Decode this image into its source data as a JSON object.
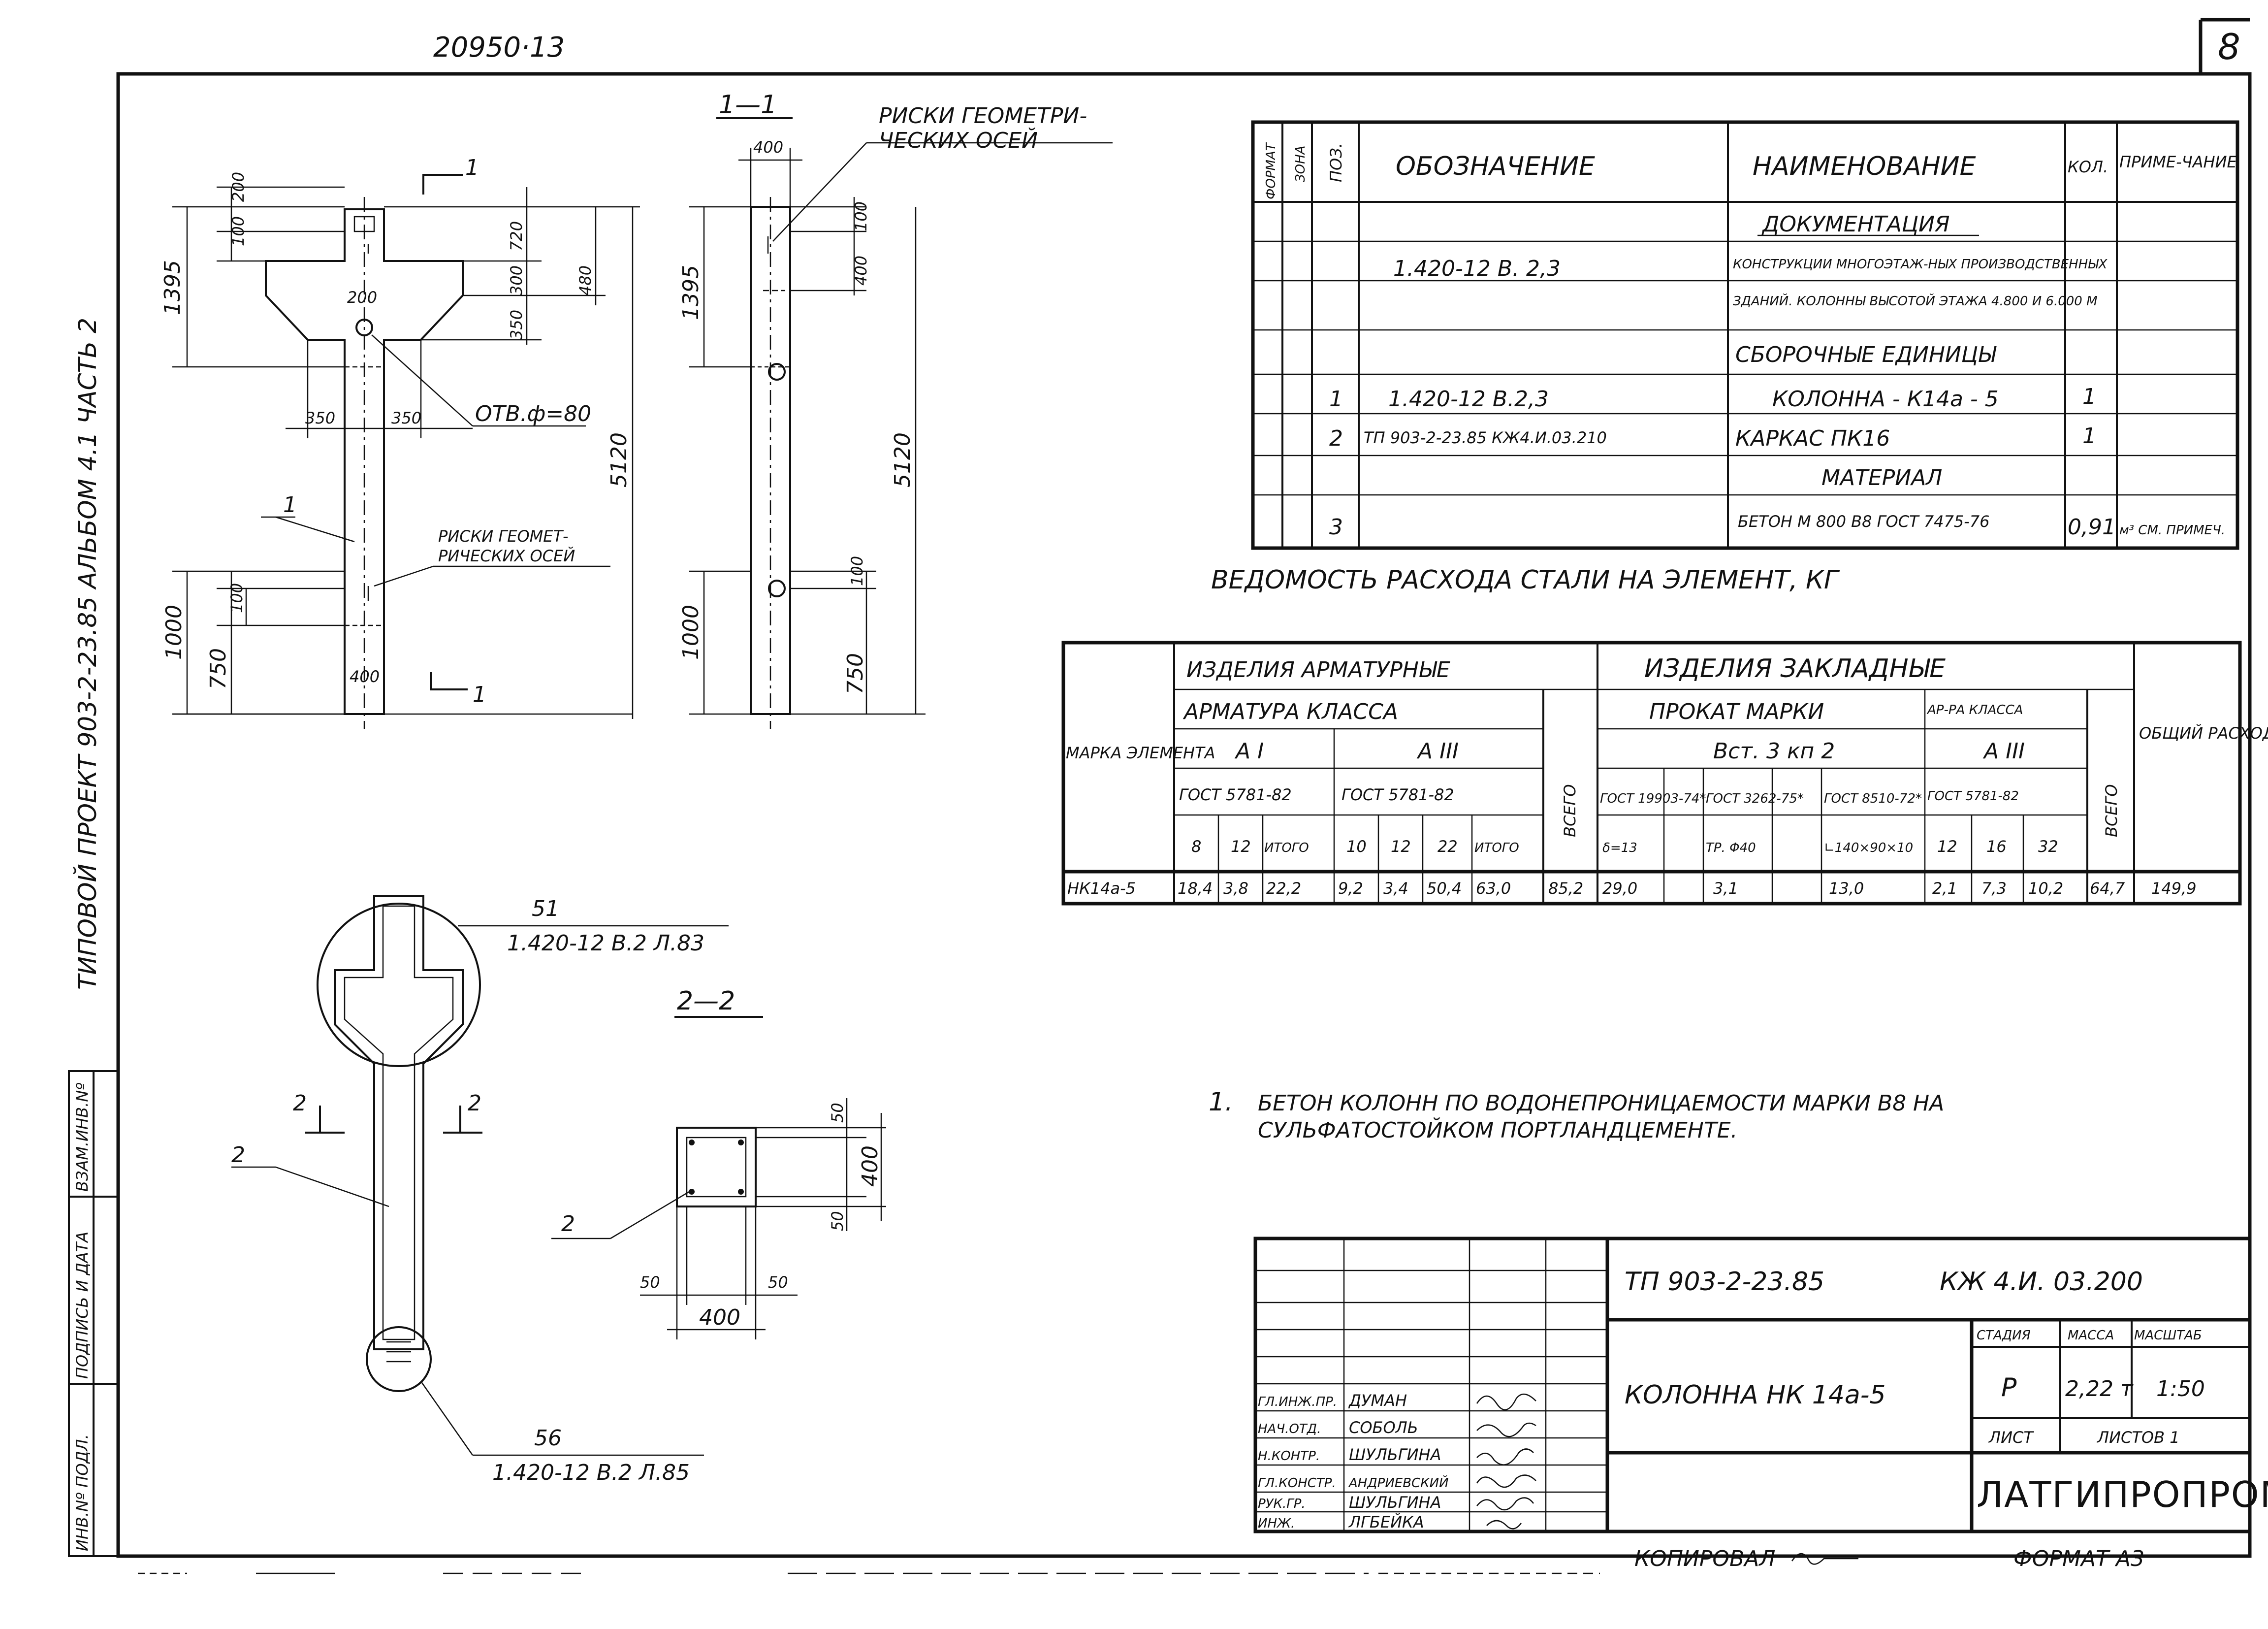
{
  "header": {
    "doc_number": "20950·13",
    "sheet_number": "8"
  },
  "side_labels": {
    "title_vertical": "ТИПОВОЙ ПРОЕКТ 903-2-23.85 АЛЬБОМ 4.1 ЧАСТЬ 2",
    "stamp_cells": [
      "ИНВ.Nº ПОДЛ.",
      "ПОДПИСЬ И ДАТА",
      "ВЗАМ.ИНВ.Nº"
    ]
  },
  "drawing_front": {
    "dims_left": [
      "1395",
      "1000",
      "750",
      "200",
      "100",
      "100"
    ],
    "dims_right": [
      "720",
      "300",
      "480",
      "350",
      "5120"
    ],
    "dims_top": [
      "200"
    ],
    "dims_bottom": [
      "350",
      "350",
      "400"
    ],
    "hole_label": "ОТВ.ф=80",
    "risks_top": "",
    "risks_bottom": [
      "РИСКИ ГЕОМЕТ-",
      "РИЧЕСКИХ ОСЕЙ"
    ],
    "section_mark": "1",
    "callout": "1"
  },
  "drawing_side": {
    "title": "1—1",
    "dims_top": [
      "400"
    ],
    "dims_left": [
      "1395",
      "1000"
    ],
    "dims_right": [
      "100",
      "400",
      "5120",
      "100",
      "750"
    ],
    "risks": [
      "РИСКИ ГЕОМЕТРИ-",
      "ЧЕСКИХ ОСЕЙ"
    ]
  },
  "drawing_bottom": {
    "node_top_ref": "51",
    "node_top_doc": "1.420-12 В.2 Л.83",
    "node_bottom_ref": "56",
    "node_bottom_doc": "1.420-12 В.2 Л.85",
    "section_mark": "2",
    "callout": "2"
  },
  "section_2_2": {
    "title": "2—2",
    "callout": "2",
    "dims_right": [
      "50",
      "400",
      "50"
    ],
    "dims_bottom": [
      "50",
      "50",
      "400"
    ]
  },
  "spec_table": {
    "headers": [
      "ФОРМАТ",
      "ЗОНА",
      "ПОЗ.",
      "ОБОЗНАЧЕНИЕ",
      "НАИМЕНОВАНИЕ",
      "КОЛ.",
      "ПРИМЕ-ЧАНИЕ"
    ],
    "rows": [
      {
        "pos": "",
        "designation": "",
        "name": "ДОКУМЕНТАЦИЯ",
        "qty": "",
        "note": ""
      },
      {
        "pos": "",
        "designation": "1.420-12   В. 2,3",
        "name": "КОНСТРУКЦИИ МНОГОЭТАЖ-НЫХ ПРОИЗВОДСТВЕННЫХ",
        "qty": "",
        "note": ""
      },
      {
        "pos": "",
        "designation": "",
        "name": "ЗДАНИЙ. КОЛОННЫ ВЫСОТОЙ ЭТАЖА 4.800 И 6.000 М",
        "qty": "",
        "note": ""
      },
      {
        "pos": "",
        "designation": "",
        "name": "СБОРОЧНЫЕ ЕДИНИЦЫ",
        "qty": "",
        "note": ""
      },
      {
        "pos": "1",
        "designation": "1.420-12      В.2,3",
        "name": "КОЛОННА - К14а - 5",
        "qty": "1",
        "note": ""
      },
      {
        "pos": "2",
        "designation": "ТП 903-2-23.85  КЖ4.И.03.210",
        "name": "КАРКАС          ПК16",
        "qty": "1",
        "note": ""
      },
      {
        "pos": "",
        "designation": "",
        "name": "МАТЕРИАЛ",
        "qty": "",
        "note": ""
      },
      {
        "pos": "3",
        "designation": "",
        "name": "БЕТОН  М 800 В8  ГОСТ  7475-76",
        "qty": "0,91",
        "note": "м³ СМ. ПРИМЕЧ."
      }
    ]
  },
  "steel_table": {
    "title": "ВЕДОМОСТЬ РАСХОДА СТАЛИ НА ЭЛЕМЕНТ, КГ",
    "group_reinf": "ИЗДЕЛИЯ АРМАТУРНЫЕ",
    "group_embed": "ИЗДЕЛИЯ ЗАКЛАДНЫЕ",
    "reinf_class": "АРМАТУРА КЛАССА",
    "rolled": "ПРОКАТ МАРКИ",
    "rolled_grade": "Вст. 3 кп 2",
    "embed_class": "АР-РА КЛАССА",
    "mark_header": "МАРКА ЭЛЕМЕНТА",
    "total_header": "ВСЕГО",
    "grand_header": "ОБЩИЙ РАСХОД",
    "a1": "А I",
    "a3": "А III",
    "a3e": "А III",
    "gost_a1": "ГОСТ 5781-82",
    "gost_a3": "ГОСТ 5781-82",
    "gost_a3e": "ГОСТ 5781-82",
    "gost_r1": "ГОСТ 19903-74*",
    "gost_r2": "ГОСТ 3262-75*",
    "gost_r3": "ГОСТ 8510-72*",
    "diam_a1": [
      "8",
      "12",
      "ИТОГО"
    ],
    "diam_a3": [
      "10",
      "12",
      "22",
      "ИТОГО"
    ],
    "profiles": [
      "δ=13",
      "ТР. Φ40",
      "∟140×90×10"
    ],
    "diam_a3e": [
      "12",
      "16",
      "32"
    ],
    "row": {
      "mark": "НК14а-5",
      "values": [
        "18,4",
        "3,8",
        "22,2",
        "9,2",
        "3,4",
        "50,4",
        "63,0",
        "85,2",
        "29,0",
        "3,1",
        "13,0",
        "2,1",
        "7,3",
        "10,2",
        "64,7",
        "149,9"
      ]
    }
  },
  "note": {
    "num": "1.",
    "line1": "БЕТОН КОЛОНН ПО ВОДОНЕПРОНИЦАЕМОСТИ МАРКИ В8 НА",
    "line2": "СУЛЬФАТОСТОЙКОМ ПОРТЛАНДЦЕМЕНТЕ."
  },
  "title_block": {
    "project": "ТП 903-2-23.85",
    "code": "КЖ 4.И. 03.200",
    "element": "КОЛОННА НК 14а-5",
    "stage_h": "СТАДИЯ",
    "mass_h": "МАССА",
    "scale_h": "МАСШТАБ",
    "stage": "Р",
    "mass": "2,22 т",
    "scale": "1:50",
    "sheet": "ЛИСТ",
    "sheets": "ЛИСТОВ 1",
    "org": "ЛАТГИПРОПРОМ",
    "people": [
      {
        "role": "ГЛ.ИНЖ.ПР.",
        "name": "ДУМАН"
      },
      {
        "role": "НАЧ.ОТД.",
        "name": "СОБОЛЬ"
      },
      {
        "role": "Н.КОНТР.",
        "name": "ШУЛЬГИНА"
      },
      {
        "role": "ГЛ.КОНСТР.",
        "name": "АНДРИЕВСКИЙ"
      },
      {
        "role": "РУК.ГР.",
        "name": "ШУЛЬГИНА"
      },
      {
        "role": "ИНЖ.",
        "name": "ЛГБЕЙКА"
      }
    ],
    "copied": "КОПИРОВАЛ",
    "format": "ФОРМАТ А3"
  }
}
